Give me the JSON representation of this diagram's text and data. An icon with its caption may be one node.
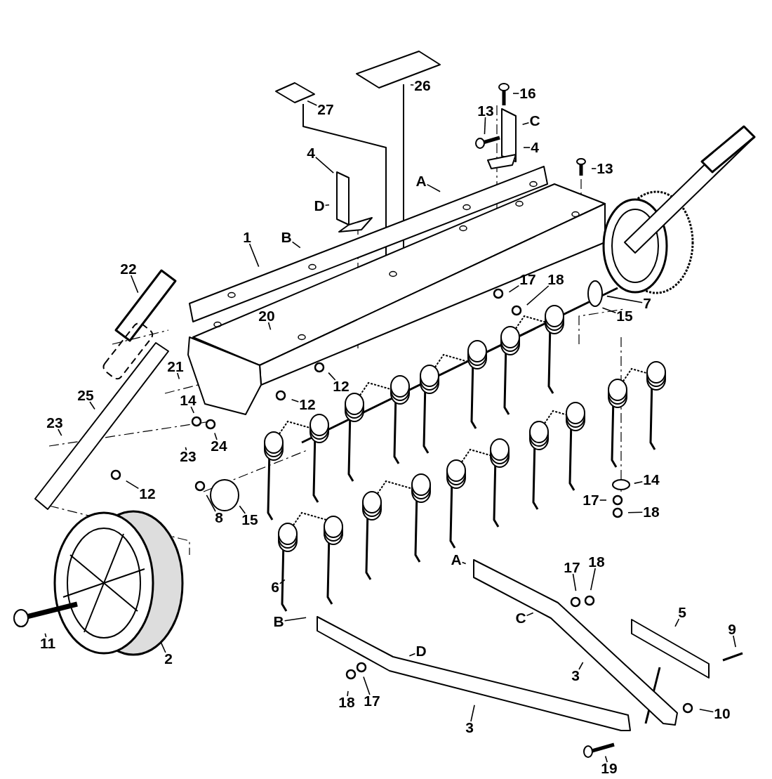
{
  "diagram": {
    "nodes": [
      {
        "text": [
          "27"
        ]
      },
      {
        "text": [
          "26"
        ]
      },
      {
        "text": [
          "16"
        ]
      },
      {
        "text": [
          "13"
        ]
      },
      {
        "text": [
          "C"
        ]
      },
      {
        "text": [
          "4"
        ]
      },
      {
        "text": [
          "13"
        ]
      },
      {
        "text": [
          "4"
        ]
      },
      {
        "text": [
          "D"
        ]
      },
      {
        "text": [
          "A"
        ]
      },
      {
        "text": [
          "B"
        ]
      },
      {
        "text": [
          "1"
        ]
      },
      {
        "text": [
          "22"
        ]
      },
      {
        "text": [
          "20"
        ]
      },
      {
        "text": [
          "17"
        ]
      },
      {
        "text": [
          "18"
        ]
      },
      {
        "text": [
          "7"
        ]
      },
      {
        "text": [
          "15"
        ]
      },
      {
        "text": [
          "21"
        ]
      },
      {
        "text": [
          "12"
        ]
      },
      {
        "text": [
          "12"
        ]
      },
      {
        "text": [
          "25"
        ]
      },
      {
        "text": [
          "14"
        ]
      },
      {
        "text": [
          "23"
        ]
      },
      {
        "text": [
          "23"
        ]
      },
      {
        "text": [
          "24"
        ]
      },
      {
        "text": [
          "12"
        ]
      },
      {
        "text": [
          "8"
        ]
      },
      {
        "text": [
          "15"
        ]
      },
      {
        "text": [
          "14"
        ]
      },
      {
        "text": [
          "17"
        ]
      },
      {
        "text": [
          "18"
        ]
      },
      {
        "text": [
          "6"
        ]
      },
      {
        "text": [
          "A"
        ]
      },
      {
        "text": [
          "17"
        ]
      },
      {
        "text": [
          "18"
        ]
      },
      {
        "text": [
          "C"
        ]
      },
      {
        "text": [
          "5"
        ]
      },
      {
        "text": [
          "9"
        ]
      },
      {
        "text": [
          "B"
        ]
      },
      {
        "text": [
          "D"
        ]
      },
      {
        "text": [
          "11"
        ]
      },
      {
        "text": [
          "2"
        ]
      },
      {
        "text": [
          "3"
        ]
      },
      {
        "text": [
          "18"
        ]
      },
      {
        "text": [
          "17"
        ]
      },
      {
        "text": [
          "10"
        ]
      },
      {
        "text": [
          "3"
        ]
      },
      {
        "text": [
          "19"
        ]
      }
    ],
    "edges": [
      {
        "from": 0,
        "to": null,
        "arrow": "none"
      },
      {
        "from": 1,
        "to": null,
        "arrow": "none"
      },
      {
        "from": 2,
        "to": null,
        "arrow": "none"
      },
      {
        "from": 3,
        "to": null,
        "arrow": "none"
      },
      {
        "from": 4,
        "to": null,
        "arrow": "none"
      },
      {
        "from": 5,
        "to": null,
        "arrow": "none"
      },
      {
        "from": 6,
        "to": null,
        "arrow": "none"
      },
      {
        "from": 7,
        "to": null,
        "arrow": "none"
      },
      {
        "from": 8,
        "to": null,
        "arrow": "none"
      },
      {
        "from": 9,
        "to": null,
        "arrow": "none"
      },
      {
        "from": 10,
        "to": null,
        "arrow": "none"
      },
      {
        "from": 11,
        "to": null,
        "arrow": "none"
      },
      {
        "from": 12,
        "to": null,
        "arrow": "none"
      },
      {
        "from": 13,
        "to": null,
        "arrow": "none"
      },
      {
        "from": 14,
        "to": null,
        "arrow": "none"
      },
      {
        "from": 15,
        "to": null,
        "arrow": "none"
      },
      {
        "from": 16,
        "to": null,
        "arrow": "none"
      },
      {
        "from": 17,
        "to": null,
        "arrow": "none"
      },
      {
        "from": 18,
        "to": null,
        "arrow": "none"
      },
      {
        "from": 19,
        "to": null,
        "arrow": "none"
      },
      {
        "from": 20,
        "to": null,
        "arrow": "none"
      },
      {
        "from": 21,
        "to": null,
        "arrow": "none"
      },
      {
        "from": 22,
        "to": null,
        "arrow": "none"
      },
      {
        "from": 23,
        "to": null,
        "arrow": "none"
      },
      {
        "from": 24,
        "to": null,
        "arrow": "none"
      },
      {
        "from": 25,
        "to": null,
        "arrow": "none"
      },
      {
        "from": 26,
        "to": null,
        "arrow": "none"
      },
      {
        "from": 27,
        "to": null,
        "arrow": "none"
      },
      {
        "from": 28,
        "to": null,
        "arrow": "none"
      },
      {
        "from": 29,
        "to": null,
        "arrow": "none"
      },
      {
        "from": 30,
        "to": null,
        "arrow": "none"
      },
      {
        "from": 31,
        "to": null,
        "arrow": "none"
      },
      {
        "from": 32,
        "to": null,
        "arrow": "none"
      },
      {
        "from": 33,
        "to": null,
        "arrow": "none"
      },
      {
        "from": 34,
        "to": null,
        "arrow": "none"
      },
      {
        "from": 35,
        "to": null,
        "arrow": "none"
      },
      {
        "from": 36,
        "to": null,
        "arrow": "none"
      },
      {
        "from": 37,
        "to": null,
        "arrow": "none"
      },
      {
        "from": 38,
        "to": null,
        "arrow": "none"
      },
      {
        "from": 39,
        "to": null,
        "arrow": "none"
      },
      {
        "from": 40,
        "to": null,
        "arrow": "none"
      },
      {
        "from": 41,
        "to": null,
        "arrow": "none"
      },
      {
        "from": 42,
        "to": null,
        "arrow": "none"
      },
      {
        "from": 43,
        "to": null,
        "arrow": "none"
      },
      {
        "from": 44,
        "to": null,
        "arrow": "none"
      },
      {
        "from": 45,
        "to": null,
        "arrow": "none"
      },
      {
        "from": 46,
        "to": null,
        "arrow": "none"
      },
      {
        "from": 47,
        "to": null,
        "arrow": "none"
      },
      {
        "from": 48,
        "to": null,
        "arrow": "none"
      }
    ]
  }
}
